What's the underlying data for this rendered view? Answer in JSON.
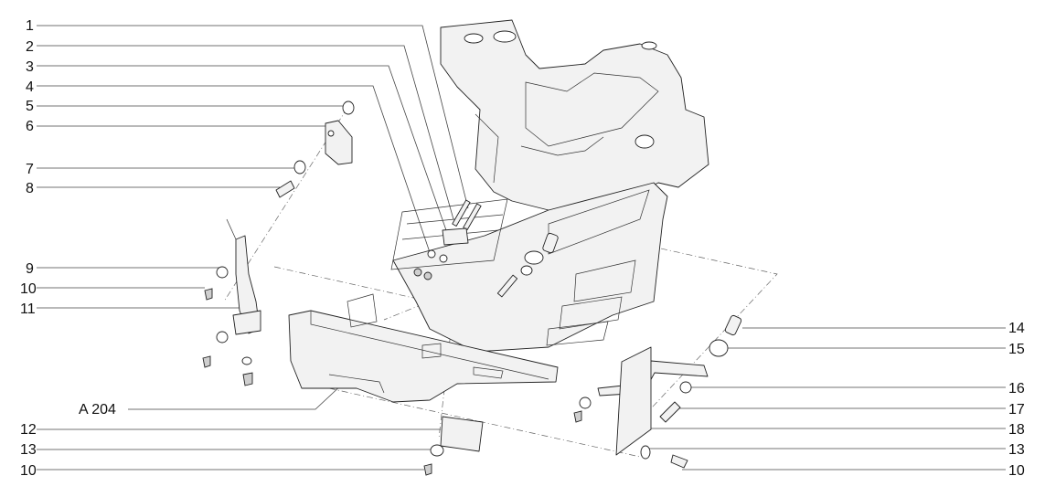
{
  "drawing": {
    "section_ref": "A 204",
    "callouts_left": [
      "1",
      "2",
      "3",
      "4",
      "5",
      "6",
      "7",
      "8",
      "9",
      "10",
      "11",
      "12",
      "13",
      "10"
    ],
    "callouts_right": [
      "14",
      "15",
      "16",
      "17",
      "18",
      "13",
      "10"
    ]
  },
  "colors": {
    "line": "#222222",
    "part_fill": "#f2f2f2",
    "background": "#ffffff"
  }
}
